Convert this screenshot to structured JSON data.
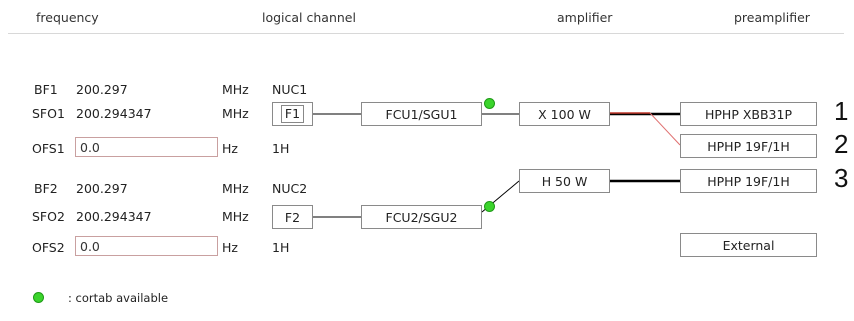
{
  "headers": {
    "frequency": "frequency",
    "logical_channel": "logical channel",
    "amplifier": "amplifier",
    "preamplifier": "preamplifier"
  },
  "channel1": {
    "bf_label": "BF1",
    "bf_value": "200.297",
    "bf_unit": "MHz",
    "nuc": "NUC1",
    "sfo_label": "SFO1",
    "sfo_value": "200.294347",
    "sfo_unit": "MHz",
    "logical": "F1",
    "fcu": "FCU1/SGU1",
    "ofs_label": "OFS1",
    "ofs_value": "0.0",
    "ofs_unit": "Hz",
    "nucleus": "1H",
    "amplifier": "X 100 W"
  },
  "channel2": {
    "bf_label": "BF2",
    "bf_value": "200.297",
    "bf_unit": "MHz",
    "nuc": "NUC2",
    "sfo_label": "SFO2",
    "sfo_value": "200.294347",
    "sfo_unit": "MHz",
    "logical": "F2",
    "fcu": "FCU2/SGU2",
    "ofs_label": "OFS2",
    "ofs_value": "0.0",
    "ofs_unit": "Hz",
    "nucleus": "1H",
    "amplifier": "H 50 W"
  },
  "preamplifiers": [
    {
      "label": "HPHP XBB31P",
      "number": "1"
    },
    {
      "label": "HPHP 19F/1H",
      "number": "2"
    },
    {
      "label": "HPHP 19F/1H",
      "number": "3"
    },
    {
      "label": "External",
      "number": ""
    }
  ],
  "legend": {
    "text": ": cortab available"
  },
  "colors": {
    "cortab_dot": "#3bd42c",
    "wire": "#000000",
    "active_wire": "#c0392b"
  }
}
